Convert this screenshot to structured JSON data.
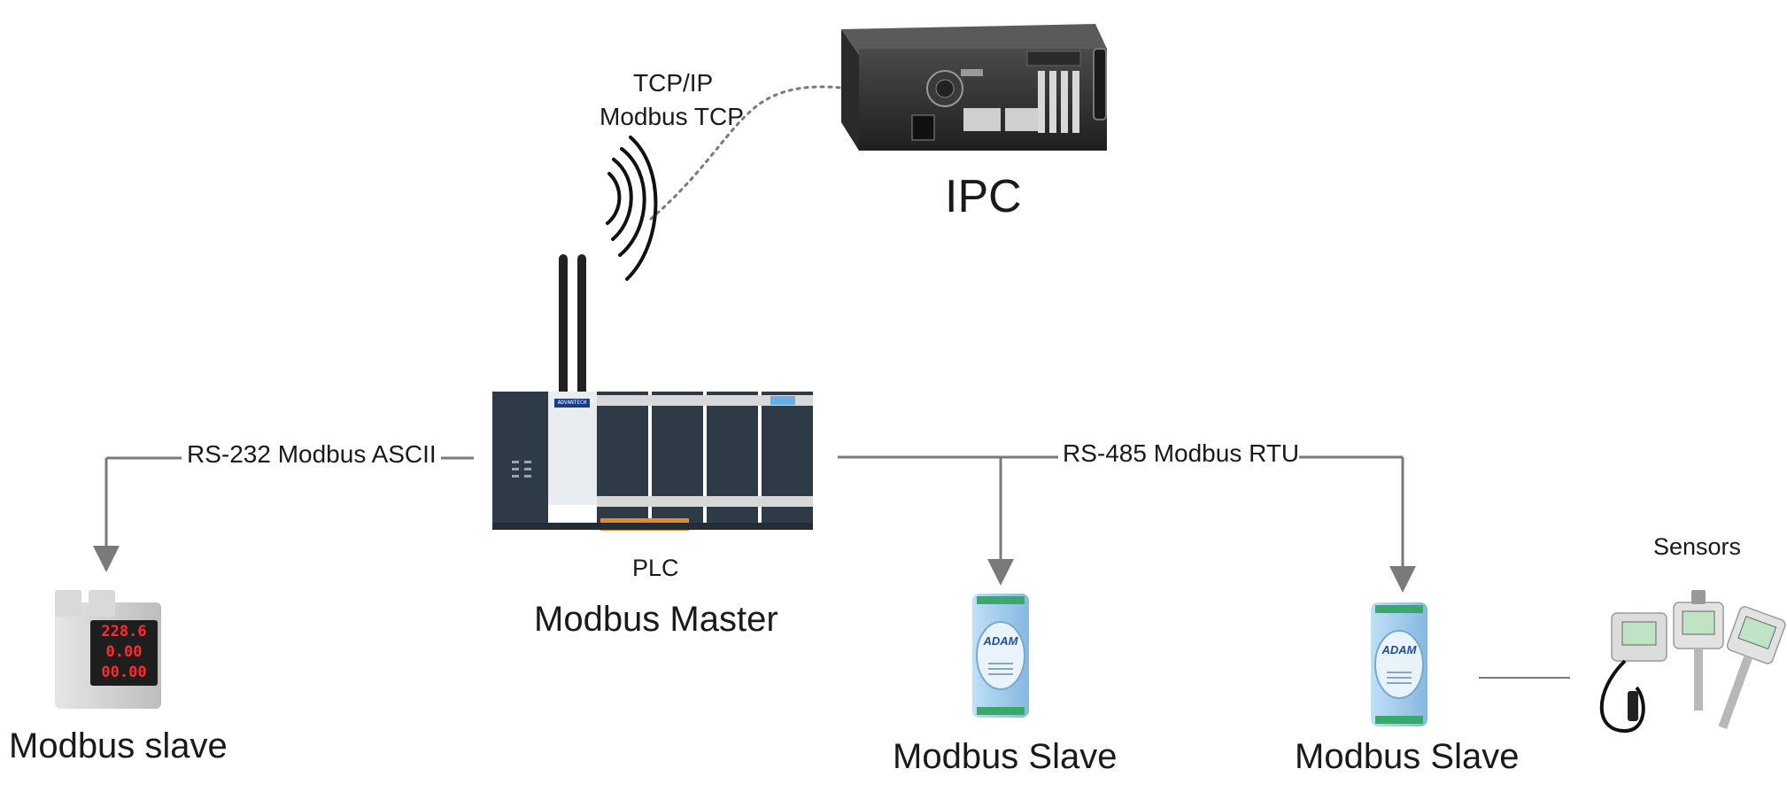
{
  "labels": {
    "tcp_ip": "TCP/IP",
    "modbus_tcp": "Modbus TCP",
    "ipc": "IPC",
    "rs232": "RS-232 Modbus ASCII",
    "rs485": "RS-485 Modbus RTU",
    "plc": "PLC",
    "modbus_master": "Modbus Master",
    "modbus_slave_meter": "Modbus slave",
    "modbus_slave_1": "Modbus Slave",
    "modbus_slave_2": "Modbus Slave",
    "sensors": "Sensors"
  },
  "meter_readings": [
    "228.6",
    "0.00",
    "00.00"
  ],
  "device_brands": {
    "plc": "ADVANTECH",
    "module": "ADAM"
  },
  "colors": {
    "connector": "#7a7a7a",
    "wireless": "#111111",
    "plc_body": "#2e3a46",
    "module_blue": "#9cc8ea",
    "meter_led": "#ff2a2a",
    "terminal_green": "#3aa86b",
    "terminal_orange": "#e8892e"
  }
}
